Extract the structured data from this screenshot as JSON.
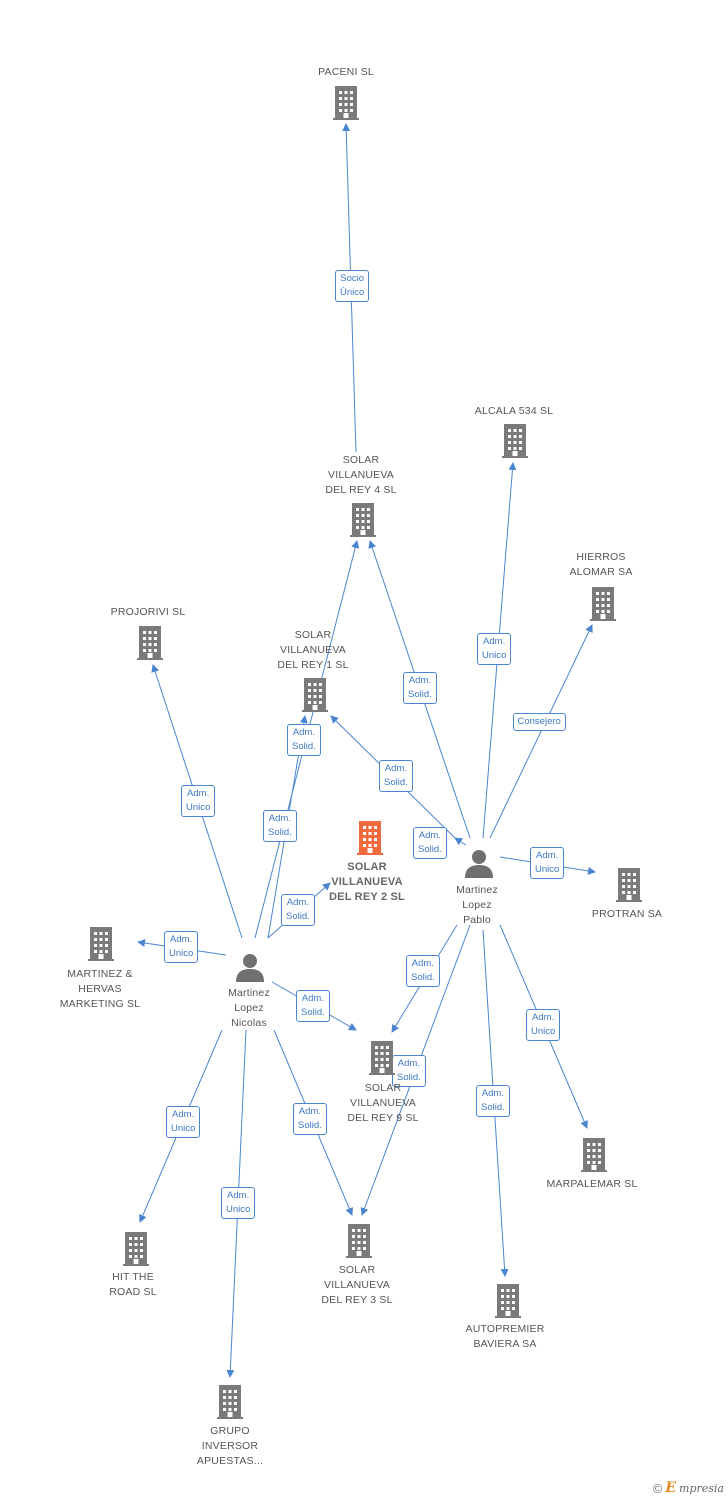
{
  "colors": {
    "edge": "#4a86cf",
    "company_icon": "#7a7a7a",
    "main_company_icon": "#f06a3d",
    "person_icon": "#707070"
  },
  "nodes": [
    {
      "id": "paceni",
      "type": "company",
      "label": "PACENI SL"
    },
    {
      "id": "solar4",
      "type": "company",
      "label": "SOLAR\nVILLANUEVA\nDEL REY 4 SL"
    },
    {
      "id": "alcala",
      "type": "company",
      "label": "ALCALA 534 SL"
    },
    {
      "id": "hierros",
      "type": "company",
      "label": "HIERROS\nALOMAR SA"
    },
    {
      "id": "projorivi",
      "type": "company",
      "label": "PROJORIVI SL"
    },
    {
      "id": "solar1",
      "type": "company",
      "label": "SOLAR\nVILLANUEVA\nDEL REY 1 SL"
    },
    {
      "id": "solar2",
      "type": "company-main",
      "label": "SOLAR\nVILLANUEVA\nDEL REY 2 SL"
    },
    {
      "id": "pablo",
      "type": "person",
      "label": "Martinez\nLopez\nPablo"
    },
    {
      "id": "protran",
      "type": "company",
      "label": "PROTRAN SA"
    },
    {
      "id": "mhm",
      "type": "company",
      "label": "MARTINEZ &\nHERVAS\nMARKETING SL"
    },
    {
      "id": "nicolas",
      "type": "person",
      "label": "Martinez\nLopez\nNicolas"
    },
    {
      "id": "solar9",
      "type": "company",
      "label": "SOLAR\nVILLANUEVA\nDEL REY 9 SL"
    },
    {
      "id": "marpalemar",
      "type": "company",
      "label": "MARPALEMAR SL"
    },
    {
      "id": "hitroad",
      "type": "company",
      "label": "HIT THE\nROAD SL"
    },
    {
      "id": "solar3",
      "type": "company",
      "label": "SOLAR\nVILLANUEVA\nDEL REY 3 SL"
    },
    {
      "id": "autopremier",
      "type": "company",
      "label": "AUTOPREMIER\nBAVIERA SA"
    },
    {
      "id": "grupo",
      "type": "company",
      "label": "GRUPO\nINVERSOR\nAPUESTAS..."
    }
  ],
  "edges": [
    {
      "from": "solar4",
      "to": "paceni",
      "label": "Socio\nÚnico"
    },
    {
      "from": "nicolas",
      "to": "solar4",
      "label": "Adm.\nSolid."
    },
    {
      "from": "pablo",
      "to": "solar4",
      "label": "Adm.\nSolid."
    },
    {
      "from": "pablo",
      "to": "alcala",
      "label": "Adm.\nUnico"
    },
    {
      "from": "pablo",
      "to": "hierros",
      "label": "Consejero"
    },
    {
      "from": "nicolas",
      "to": "projorivi",
      "label": "Adm.\nUnico"
    },
    {
      "from": "nicolas",
      "to": "solar1",
      "label": "Adm.\nSolid."
    },
    {
      "from": "pablo",
      "to": "solar1",
      "label": "Adm.\nSolid."
    },
    {
      "from": "pablo",
      "to": "solar2",
      "label": "Adm.\nSolid."
    },
    {
      "from": "nicolas",
      "to": "solar2",
      "label": "Adm.\nSolid."
    },
    {
      "from": "pablo",
      "to": "protran",
      "label": "Adm.\nUnico"
    },
    {
      "from": "nicolas",
      "to": "mhm",
      "label": "Adm.\nUnico"
    },
    {
      "from": "nicolas",
      "to": "solar9",
      "label": "Adm.\nSolid."
    },
    {
      "from": "pablo",
      "to": "solar9",
      "label": "Adm.\nSolid."
    },
    {
      "from": "pablo",
      "to": "solar3",
      "label": "Adm.\nSolid."
    },
    {
      "from": "pablo",
      "to": "marpalemar",
      "label": "Adm.\nUnico"
    },
    {
      "from": "pablo",
      "to": "autopremier",
      "label": "Adm.\nSolid."
    },
    {
      "from": "nicolas",
      "to": "hitroad",
      "label": "Adm.\nUnico"
    },
    {
      "from": "nicolas",
      "to": "solar3",
      "label": "Adm.\nSolid."
    },
    {
      "from": "nicolas",
      "to": "grupo",
      "label": "Adm.\nUnico"
    }
  ],
  "footer": {
    "copyright_symbol": "©",
    "brand_initial": "E",
    "brand_rest": "mpresia"
  }
}
